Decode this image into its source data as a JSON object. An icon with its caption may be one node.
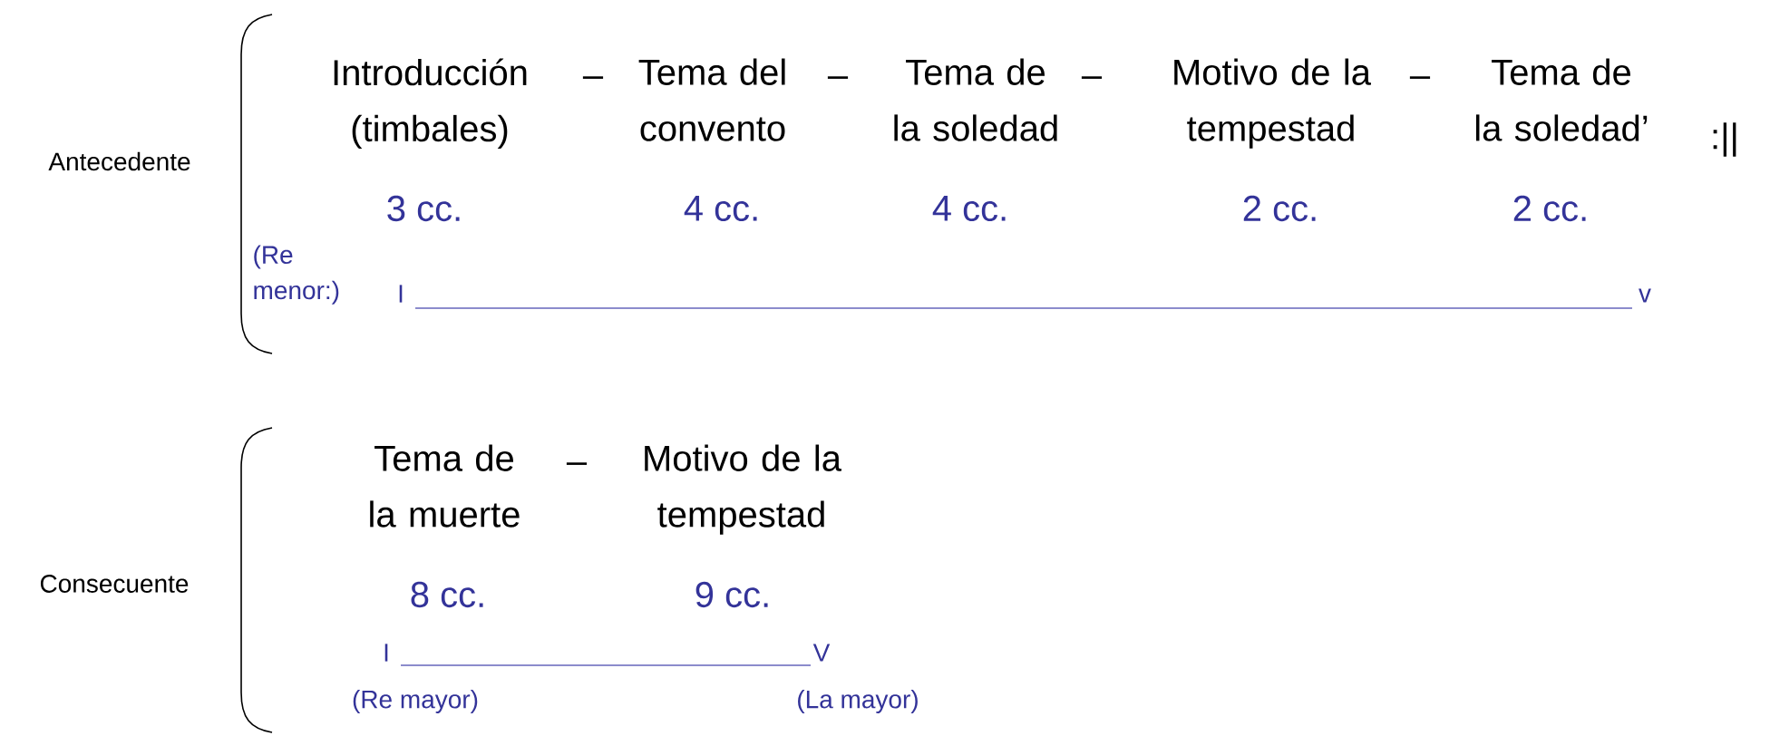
{
  "diagram": {
    "labels": [
      "Antecedente",
      "Introducción (timbales)",
      "–",
      "Tema del convento",
      "–",
      "Tema de la soledad",
      "–",
      "Motivo de la tempestad",
      "–",
      "Tema de la soledad’",
      ":||",
      "3 cc.",
      "4 cc.",
      "4 cc.",
      "2 cc.",
      "2 cc.",
      "(Re menor:)",
      "I",
      "v",
      "Consecuente",
      "Tema de la muerte",
      "–",
      "Motivo de la tempestad",
      "8 cc.",
      "9 cc.",
      "I",
      "V",
      "(Re mayor)",
      "(La mayor)"
    ]
  }
}
